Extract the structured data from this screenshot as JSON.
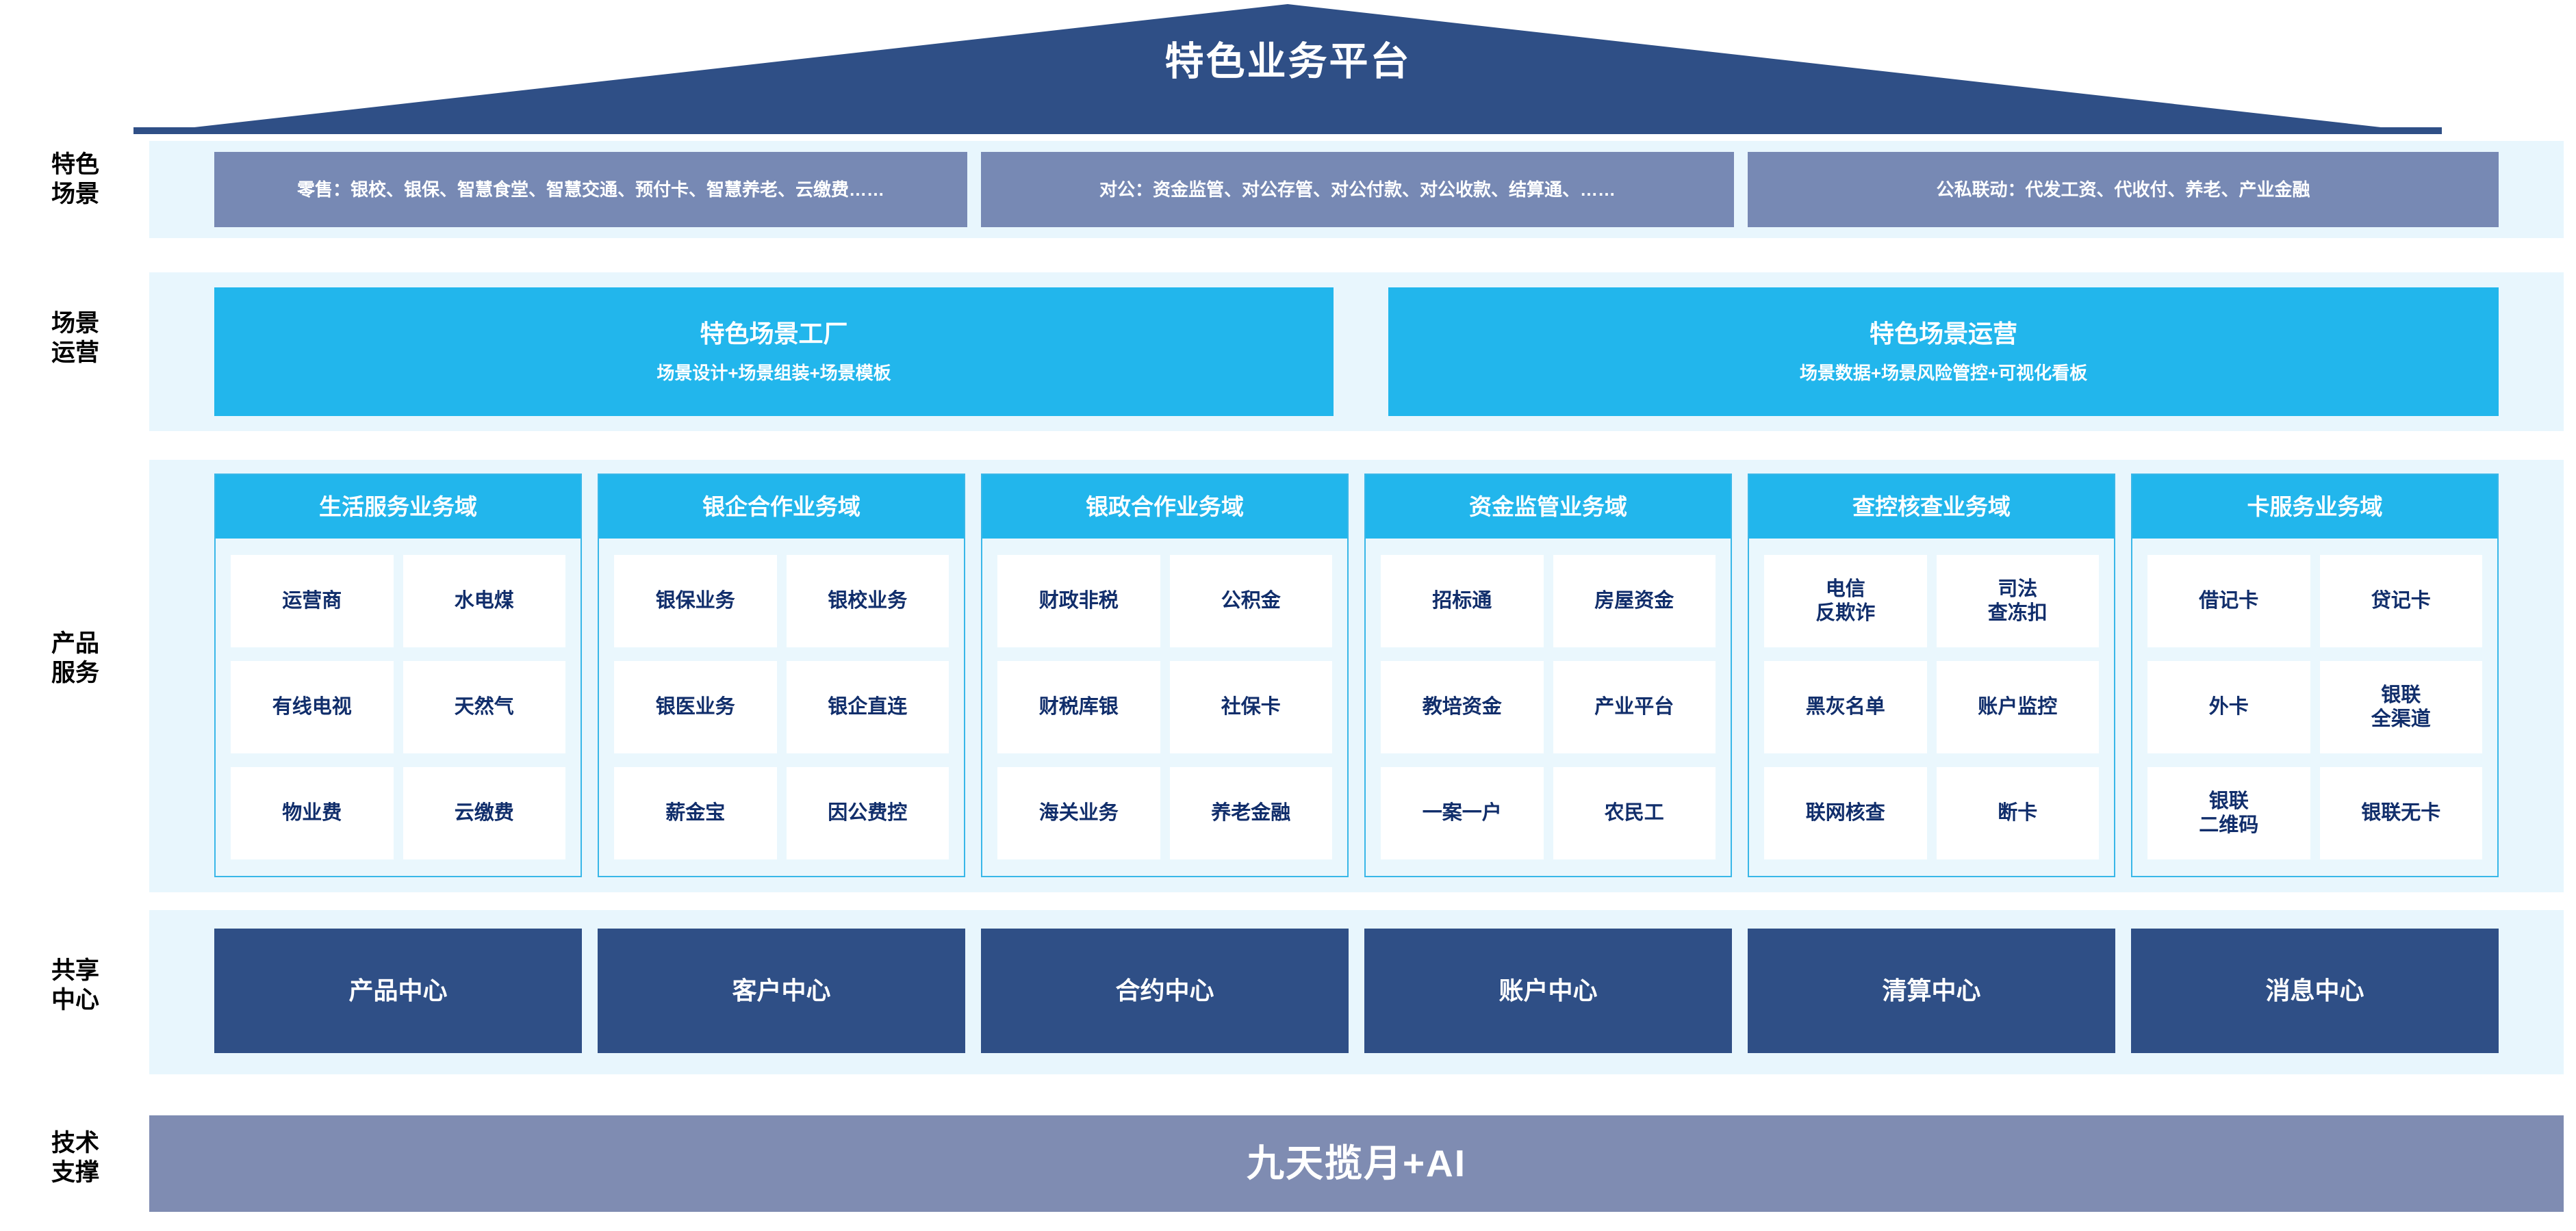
{
  "header": {
    "title": "特色业务平台"
  },
  "rows": {
    "scenario_label": "特色\n场景",
    "operation_label": "场景\n运营",
    "product_label": "产品\n服务",
    "shared_label": "共享\n中心",
    "tech_label": "技术\n支撑"
  },
  "scenarios": [
    {
      "name": "retail",
      "text": "零售：银校、银保、智慧食堂、智慧交通、预付卡、智慧养老、云缴费……"
    },
    {
      "name": "corporate",
      "text": "对公：资金监管、对公存管、对公付款、对公收款、结算通、……"
    },
    {
      "name": "public-private",
      "text": "公私联动：代发工资、代收付、养老、产业金融"
    }
  ],
  "operations": [
    {
      "name": "scene-factory",
      "title": "特色场景工厂",
      "subtitle": "场景设计+场景组装+场景模板"
    },
    {
      "name": "scene-operation",
      "title": "特色场景运营",
      "subtitle": "场景数据+场景风险管控+可视化看板"
    }
  ],
  "domains": [
    {
      "name": "life-service",
      "title": "生活服务业务域",
      "items": [
        "运营商",
        "水电煤",
        "有线电视",
        "天然气",
        "物业费",
        "云缴费"
      ]
    },
    {
      "name": "bank-enterprise",
      "title": "银企合作业务域",
      "items": [
        "银保业务",
        "银校业务",
        "银医业务",
        "银企直连",
        "薪金宝",
        "因公费控"
      ]
    },
    {
      "name": "bank-government",
      "title": "银政合作业务域",
      "items": [
        "财政非税",
        "公积金",
        "财税库银",
        "社保卡",
        "海关业务",
        "养老金融"
      ]
    },
    {
      "name": "fund-supervision",
      "title": "资金监管业务域",
      "items": [
        "招标通",
        "房屋资金",
        "教培资金",
        "产业平台",
        "一案一户",
        "农民工"
      ]
    },
    {
      "name": "investigation-control",
      "title": "查控核查业务域",
      "items": [
        "电信\n反欺诈",
        "司法\n查冻扣",
        "黑灰名单",
        "账户监控",
        "联网核查",
        "断卡"
      ]
    },
    {
      "name": "card-service",
      "title": "卡服务业务域",
      "items": [
        "借记卡",
        "贷记卡",
        "外卡",
        "银联\n全渠道",
        "银联\n二维码",
        "银联无卡"
      ]
    }
  ],
  "shared_centers": [
    {
      "name": "product-center",
      "label": "产品中心"
    },
    {
      "name": "customer-center",
      "label": "客户中心"
    },
    {
      "name": "contract-center",
      "label": "合约中心"
    },
    {
      "name": "account-center",
      "label": "账户中心"
    },
    {
      "name": "clearing-center",
      "label": "清算中心"
    },
    {
      "name": "message-center",
      "label": "消息中心"
    }
  ],
  "tech_support": {
    "label": "九天揽月+AI"
  },
  "colors": {
    "roof_navy": "#2f4f86",
    "band_light": "#e8f6fd",
    "scenario_slate": "#7789b4",
    "cyan": "#22b6ec",
    "card_border": "#39b7e8",
    "card_bg": "#eaf7fd",
    "cell_text_navy": "#112e6b",
    "center_navy": "#2f4f86",
    "tech_slate": "#7f8cb2"
  }
}
